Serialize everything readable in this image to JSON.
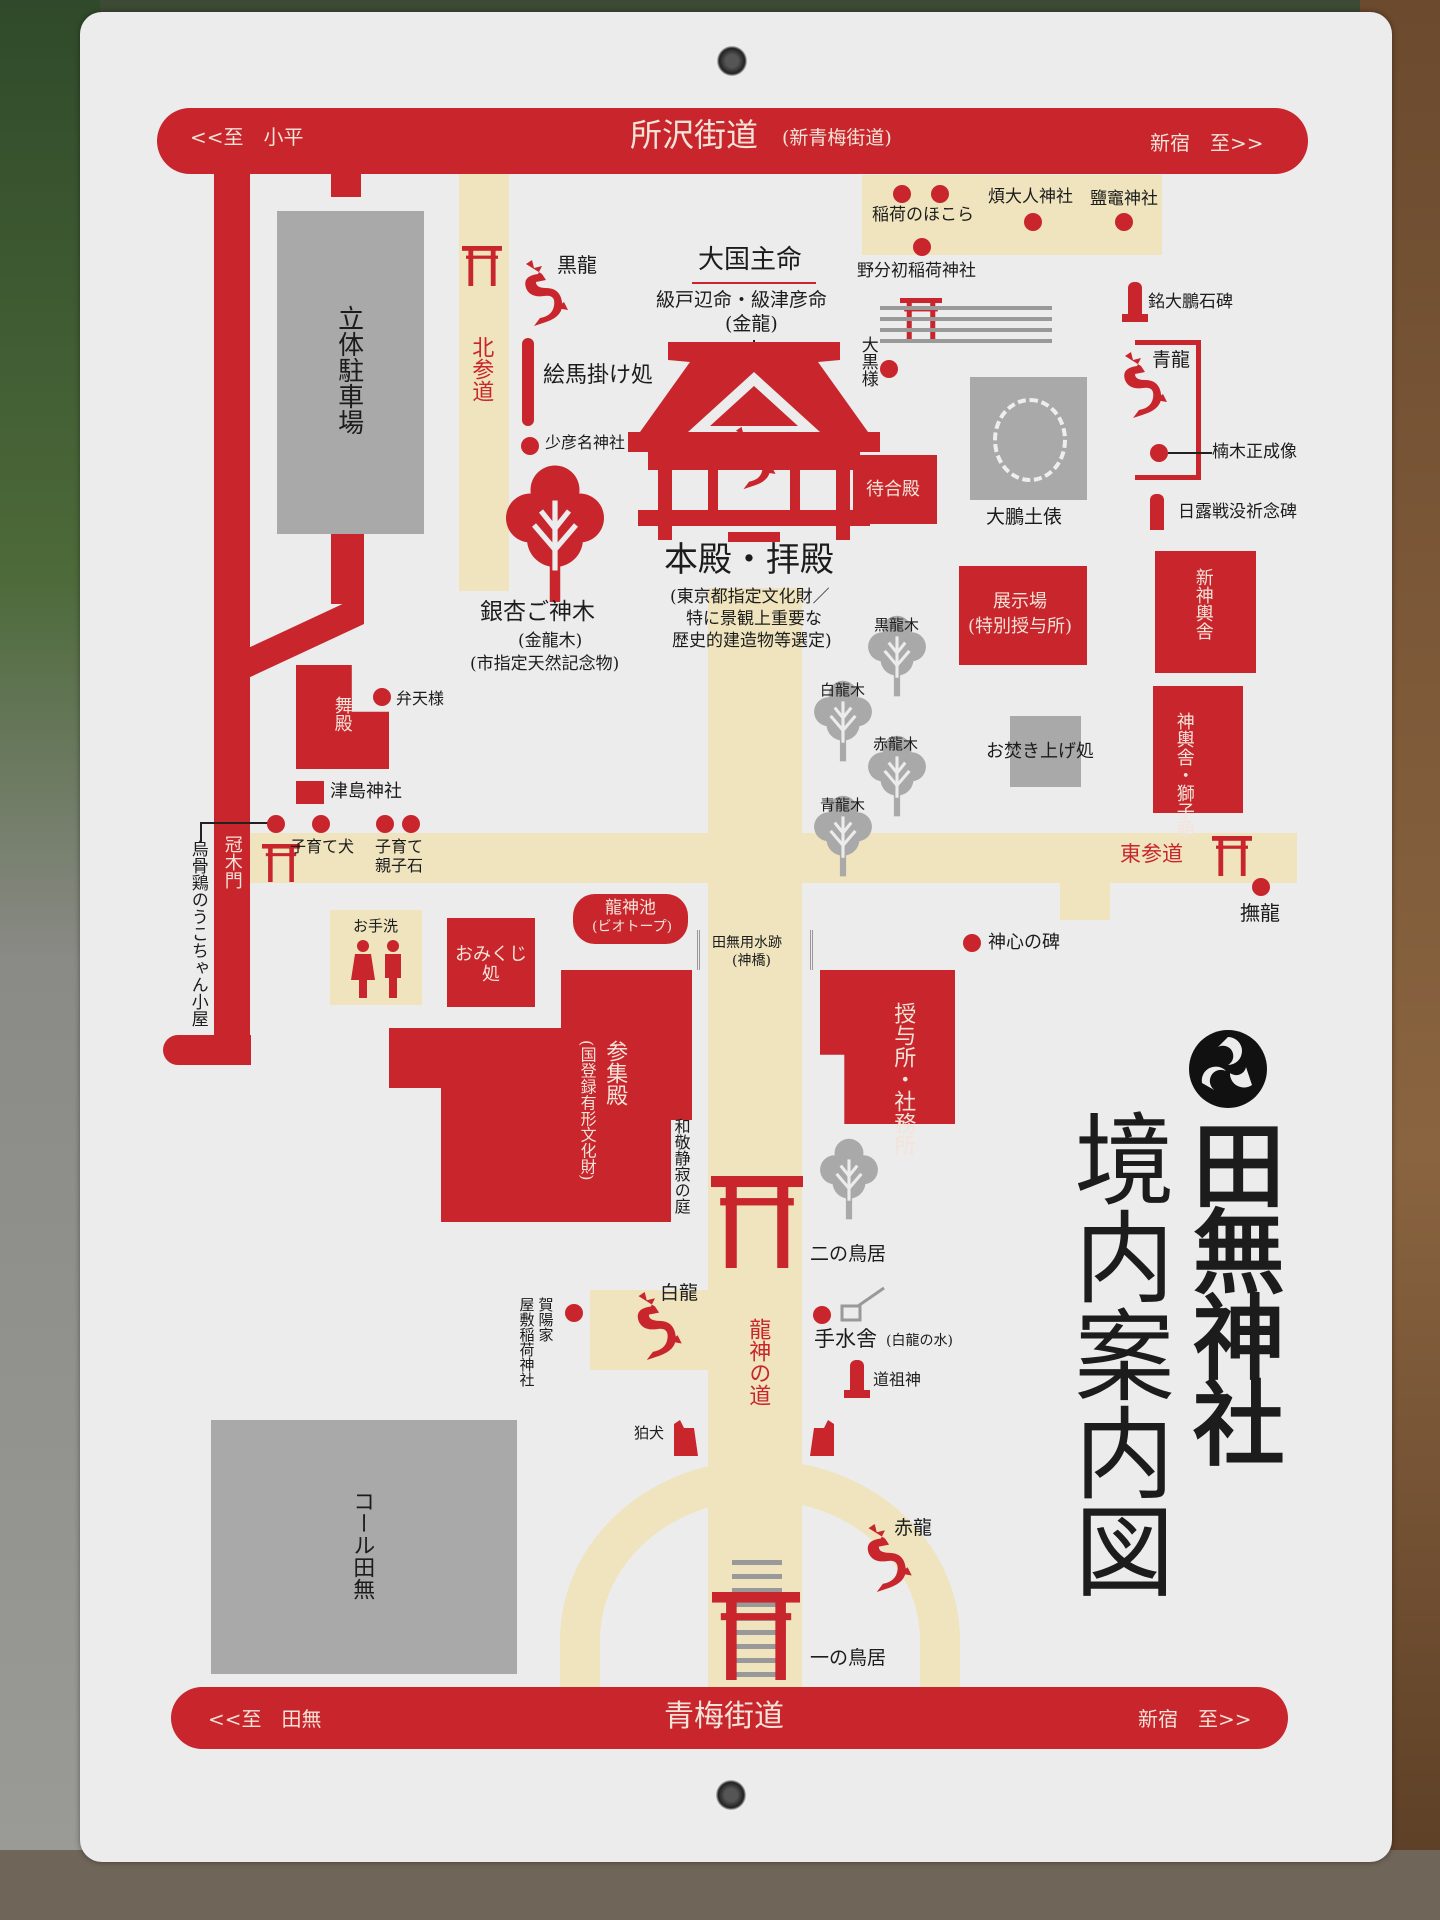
{
  "title": {
    "main": "田無神社",
    "sub": "境内案内図"
  },
  "roads": {
    "top": {
      "name": "所沢街道",
      "alt": "(新青梅街道)",
      "left": "<<至　小平",
      "right": "新宿　至>>"
    },
    "bottom": {
      "name": "青梅街道",
      "left": "<<至　田無",
      "right": "新宿　至>>"
    }
  },
  "buildings": {
    "parking": "立体駐車場",
    "main_hall": "本殿・拝殿",
    "main_hall_note": [
      "(東京都指定文化財／",
      "特に景観上重要な",
      "歴史的建造物等選定)"
    ],
    "waiting_hall": "待合殿",
    "sumo_ring": "大鵬土俵",
    "exhibit": [
      "展示場",
      "(特別授与所)"
    ],
    "new_mikoshi": "新神輿舎",
    "mikoshi_shishi": "神輿舎・獅子頭",
    "burning": "お焚き上げ処",
    "maiden": "舞殿",
    "tsushima": "津島神社",
    "pond": [
      "龍神池",
      "(ビオトープ)"
    ],
    "omikuji": "おみくじ処",
    "toilet": "お手洗",
    "assembly": "参集殿",
    "assembly_note": "(国登録有形文化財)",
    "office": "授与所・社務所",
    "cole": "コール田無"
  },
  "labels": {
    "kokuryu": "黒龍",
    "deity": "大国主命",
    "deity2": "級戸辺命・級津彦命",
    "kinryu": "(金龍)",
    "inari_hokora": "稲荷のほこら",
    "bonjin": "煩大人神社",
    "shiogama": "鹽竈神社",
    "nowake": "野分初稲荷神社",
    "taiho_stone": "銘大鵬石碑",
    "daikoku": "大黒様",
    "seiryu": "青龍",
    "kusunoki": "楠木正成像",
    "nichiro": "日露戦没祈念碑",
    "ema": "絵馬掛け処",
    "sukuna": "少彦名神社",
    "north_path": "北参道",
    "ginkgo": "銀杏ご神木",
    "ginkgo_sub": "(金龍木)",
    "ginkgo_note": "(市指定天然記念物)",
    "tree_black": "黒龍木",
    "tree_white": "白龍木",
    "tree_red": "赤龍木",
    "tree_blue": "青龍木",
    "benten": "弁天様",
    "kosodate_dog": "子育て犬",
    "kosodate_stone": [
      "子育て",
      "親子石"
    ],
    "kabuki_gate": "冠木門",
    "ukokkei": "烏骨鶏のうこちゃん小屋",
    "east_path": "東参道",
    "naderyu": "撫龍",
    "shinshin": "神心の碑",
    "bridge": [
      "田無用水跡",
      "(神橋)"
    ],
    "garden": "和敬静寂の庭",
    "second_torii": "二の鳥居",
    "hakuryu": "白龍",
    "kaya": [
      "賀陽家",
      "屋敷稲荷神社"
    ],
    "temizuya": "手水舎",
    "temizuya_sub": "(白龍の水)",
    "dosojin": "道祖神",
    "dragon_path": "龍神の道",
    "komainu": "狛犬",
    "sekiryu": "赤龍",
    "first_torii": "一の鳥居"
  },
  "colors": {
    "red": "#c8252c",
    "path": "#efe4bd",
    "gray": "#a9a9a9",
    "board": "#ececed"
  }
}
